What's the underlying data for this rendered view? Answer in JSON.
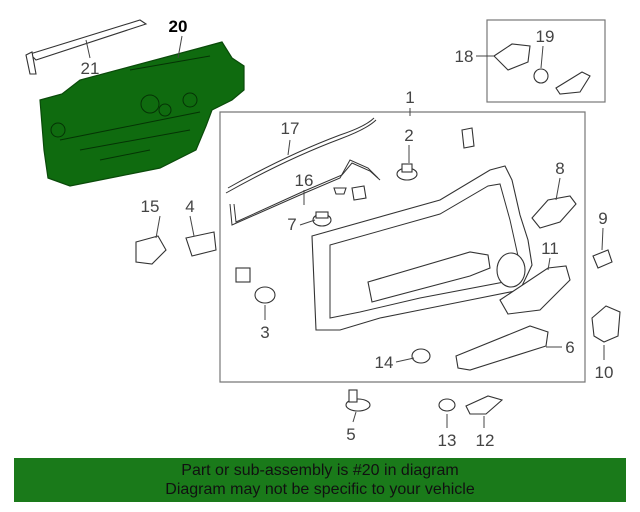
{
  "colors": {
    "highlight": "#0f6b0f",
    "banner": "#1a7a1a",
    "banner_text": "#111111"
  },
  "callouts": {
    "c1": "1",
    "c2": "2",
    "c3": "3",
    "c4": "4",
    "c5": "5",
    "c6": "6",
    "c7": "7",
    "c8": "8",
    "c9": "9",
    "c10": "10",
    "c11": "11",
    "c12": "12",
    "c13": "13",
    "c14": "14",
    "c15": "15",
    "c16": "16",
    "c17": "17",
    "c18": "18",
    "c19": "19",
    "c20": "20",
    "c21": "21"
  },
  "highlighted_part": "20",
  "footer": {
    "line1": "Part or sub-assembly is #20 in diagram",
    "line2": "Diagram may not be specific to your vehicle"
  }
}
